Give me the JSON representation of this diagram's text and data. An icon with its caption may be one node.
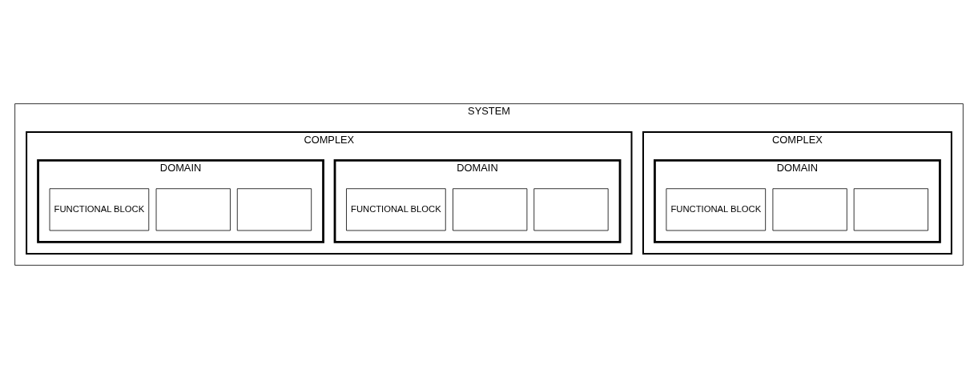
{
  "diagram": {
    "nodes": [
      {
        "text": [
          "SYSTEM"
        ]
      },
      {
        "text": [
          "COMPLEX"
        ],
        "in": 0
      },
      {
        "text": [
          "DOMAIN"
        ],
        "in": 1
      },
      {
        "text": [],
        "shape": "box",
        "in": 2
      },
      {
        "text": [],
        "shape": "box",
        "in": 2
      },
      {
        "text": [
          "FUNCTIONAL BLOCK"
        ],
        "in": 2
      },
      {
        "text": [
          "COMPLEX"
        ],
        "in": 0
      },
      {
        "text": [
          "DOMAIN"
        ],
        "in": 6
      },
      {
        "text": [],
        "shape": "box",
        "in": 7
      },
      {
        "text": [],
        "shape": "box",
        "in": 7
      },
      {
        "text": [
          "FUNCTIONAL BLOCK"
        ],
        "in": 7
      },
      {
        "text": [
          "DOMAIN"
        ],
        "in": 6
      },
      {
        "text": [],
        "shape": "box",
        "in": 11
      },
      {
        "text": [],
        "shape": "box",
        "in": 11
      },
      {
        "text": [
          "FUNCTIONAL BLOCK"
        ],
        "in": 11
      }
    ],
    "edges": []
  }
}
